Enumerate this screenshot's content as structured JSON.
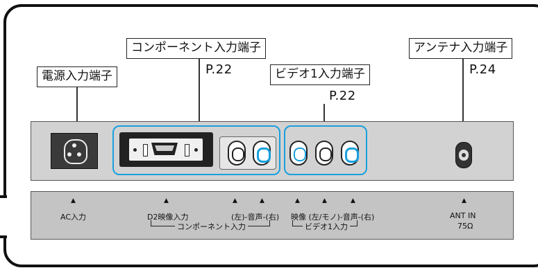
{
  "callouts": {
    "power": {
      "label": "電源入力端子"
    },
    "component": {
      "label": "コンポーネント入力端子",
      "page": "P.22"
    },
    "video1": {
      "label": "ビデオ1入力端子",
      "page": "P.22"
    },
    "antenna": {
      "label": "アンテナ入力端子",
      "page": "P.24"
    }
  },
  "panel_labels": {
    "ac": "AC入力",
    "d2": "D2映像入力",
    "component_audio": "(左)-音声-(右)",
    "component_group": "コンポーネント入力",
    "video_audio": "映像 (左/モノ)-音声-(右)",
    "video_group": "ビデオ1入力",
    "ant_in": "ANT IN",
    "ant_impedance": "75Ω"
  },
  "colors": {
    "accent": "#19a0dc",
    "panel": "#d2d2d2",
    "frame": "#111111"
  }
}
